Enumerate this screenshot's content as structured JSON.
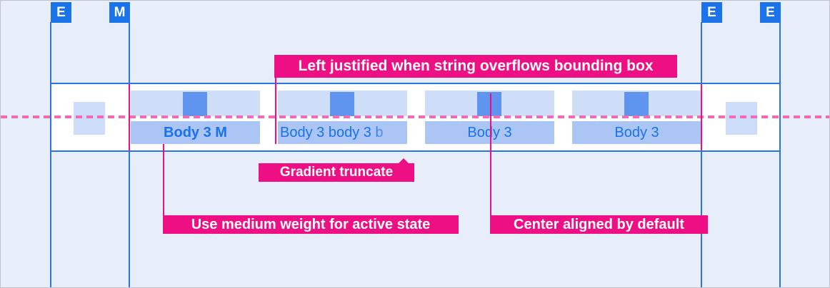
{
  "spec_badges": [
    {
      "label": "E"
    },
    {
      "label": "M"
    },
    {
      "label": "E"
    },
    {
      "label": "E"
    }
  ],
  "tabbar": {
    "tabs": [
      {
        "label": "Body 3 M",
        "state": "active",
        "note": "medium weight"
      },
      {
        "label": "Body 3 body 3 b",
        "state": "overflow",
        "note": "gradient truncate"
      },
      {
        "label": "Body 3",
        "state": "default"
      },
      {
        "label": "Body 3",
        "state": "default"
      }
    ]
  },
  "annotations": {
    "left_justified": "Left justified when string overflows bounding box",
    "gradient_truncate": "Gradient truncate",
    "medium_weight": "Use medium weight for active state",
    "center_aligned": "Center aligned by default"
  },
  "colors": {
    "background": "#e8edfa",
    "guide_blue": "#2b74e4",
    "badge_blue": "#1a73e8",
    "bar_fill": "#ffffff",
    "tab_top_fill": "#cfdef8",
    "tab_label_fill": "#abc5f5",
    "icon_placeholder_blue": "#6095ef",
    "margin_placeholder_fill": "#cddcf8",
    "tab_text_blue": "#1a73e8",
    "annotation_pink": "#ee0f85",
    "center_dash_pink": "#f06ab5"
  }
}
